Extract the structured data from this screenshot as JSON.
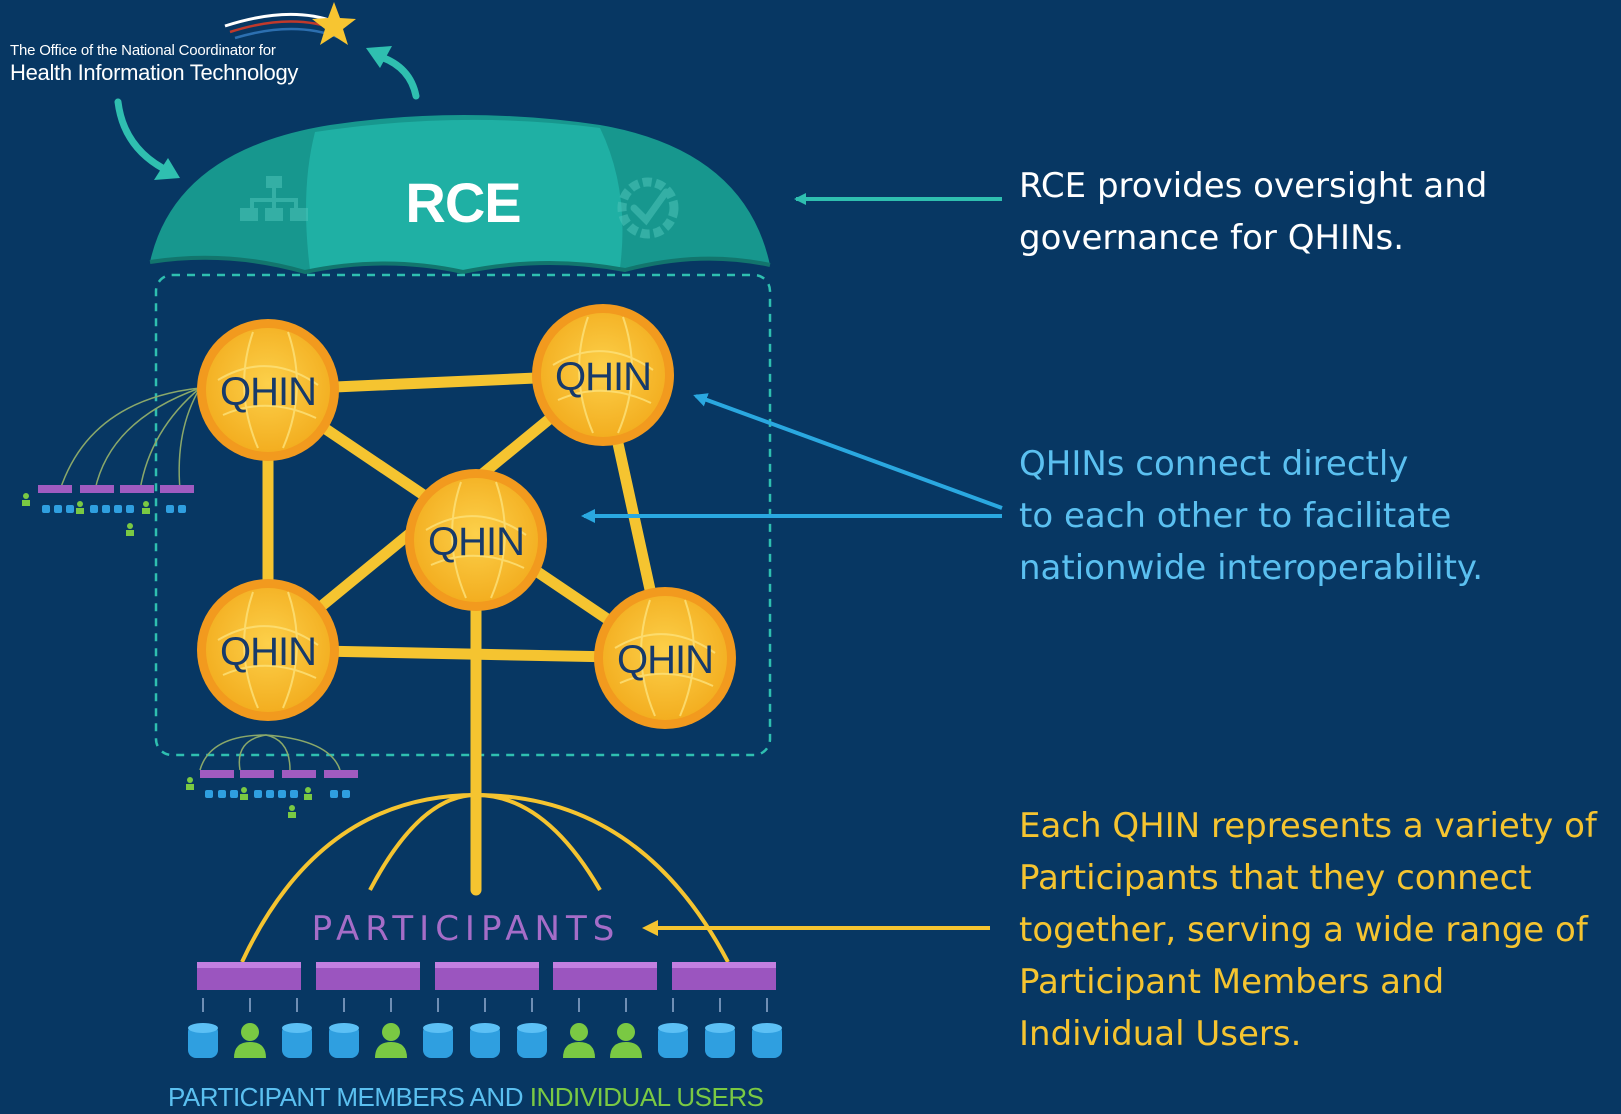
{
  "logo": {
    "line1": "The Office of the National Coordinator for",
    "line2": "Health Information Technology"
  },
  "umbrella": {
    "label": "RCE"
  },
  "qhins": [
    {
      "label": "QHIN"
    },
    {
      "label": "QHIN"
    },
    {
      "label": "QHIN"
    },
    {
      "label": "QHIN"
    },
    {
      "label": "QHIN"
    }
  ],
  "participants_label": "PARTICIPANTS",
  "footer": {
    "part1": "PARTICIPANT MEMBERS AND",
    "part2": "INDIVIDUAL USERS"
  },
  "callouts": {
    "rce": [
      "RCE provides oversight and",
      "governance for QHINs."
    ],
    "qhin": [
      "QHINs connect directly",
      "to each other to facilitate",
      "nationwide interoperability."
    ],
    "participants": [
      "Each QHIN represents a variety of",
      "Participants that they connect",
      "together, serving a wide range of",
      "Participant Members and",
      "Individual Users."
    ]
  },
  "colors": {
    "background": "#073763",
    "umbrella": "#1a9e94",
    "umbrella_dark": "#138077",
    "qhin_fill": "#f5b828",
    "qhin_ring": "#f29a1e",
    "link": "#f5c430",
    "participant_bar": "#a05bc0",
    "member": "#2f9fe0",
    "user": "#7ac943",
    "accent_blue": "#5bc0f0",
    "accent_teal": "#2fbfb0"
  },
  "icons": [
    "org-chart-icon",
    "checkmark-badge-icon",
    "star-icon",
    "globe-pattern-icon",
    "person-icon",
    "database-icon"
  ]
}
